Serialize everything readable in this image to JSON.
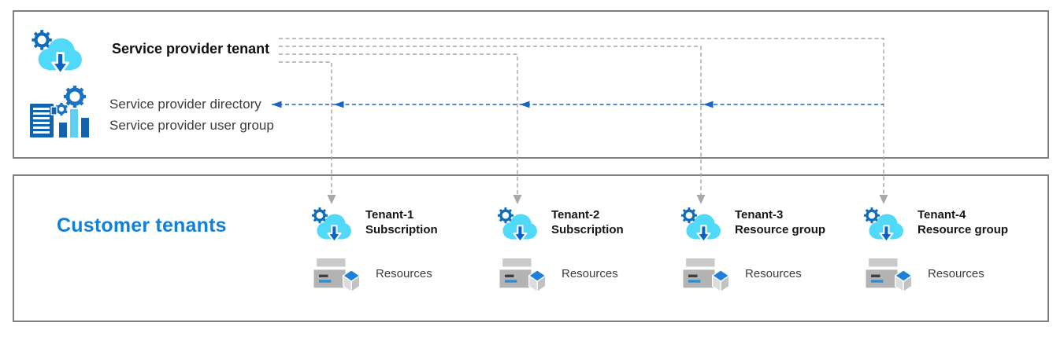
{
  "diagram": {
    "provider": {
      "title": "Service provider tenant",
      "directory_label": "Service provider directory",
      "user_group_label": "Service provider user group"
    },
    "customer": {
      "title": "Customer tenants",
      "tenants": [
        {
          "name": "Tenant-1",
          "scope": "Subscription",
          "resources_label": "Resources"
        },
        {
          "name": "Tenant-2",
          "scope": "Subscription",
          "resources_label": "Resources"
        },
        {
          "name": "Tenant-3",
          "scope": "Resource group",
          "resources_label": "Resources"
        },
        {
          "name": "Tenant-4",
          "scope": "Resource group",
          "resources_label": "Resources"
        }
      ]
    },
    "colors": {
      "box_border": "#7f7f7f",
      "gray_connector": "#9fa6ab",
      "gray_arrowhead": "#a9a9a9",
      "blue_connector": "#1b64c1",
      "customer_title_blue": "#1081d9",
      "cloud_fill": "#50d9f8",
      "icon_dark_blue": "#0f6cbd",
      "bar_light_blue": "#5ed0f2",
      "resource_gray": "#b3b3b3"
    },
    "icons": {
      "provider_cloud": "cloud-gear-icon",
      "provider_directory": "directory-gears-chart-icon",
      "tenant_cloud": "cloud-gear-icon",
      "resources": "resources-cube-icon"
    }
  }
}
